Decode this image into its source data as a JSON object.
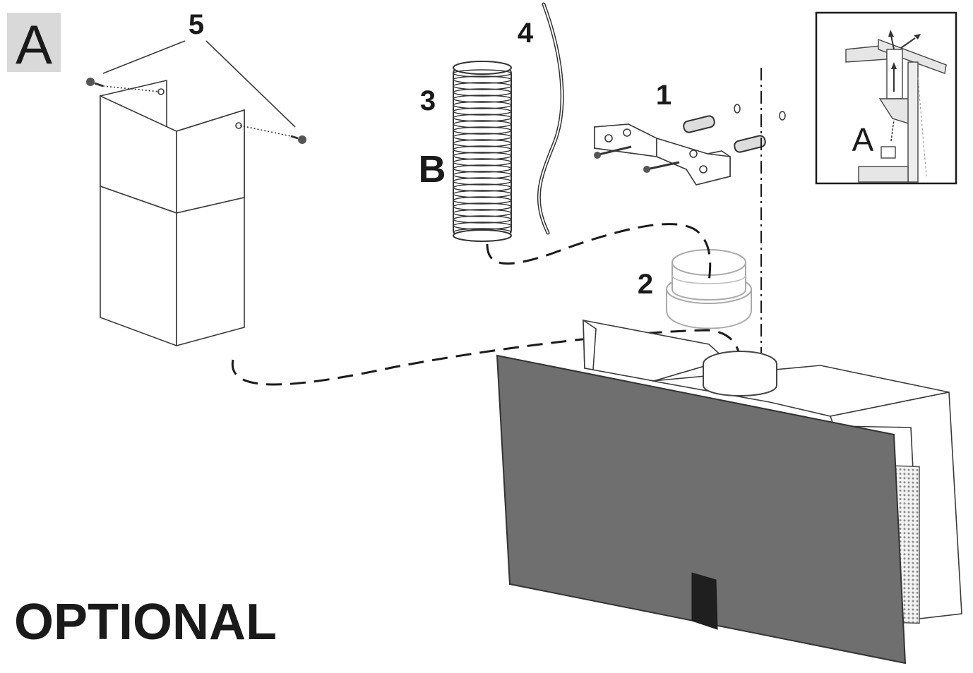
{
  "figure": {
    "section_letter": "A",
    "footer_text": "OPTIONAL",
    "inset_label": "A",
    "hose_label": "B",
    "part_numbers": {
      "bracket": "1",
      "adapter": "2",
      "hose": "3",
      "cable": "4",
      "screws": "5"
    }
  },
  "colors": {
    "glass_panel": "#6f6f6f",
    "line": "#3a3a3a",
    "badge_bg": "#d9d9d9"
  }
}
